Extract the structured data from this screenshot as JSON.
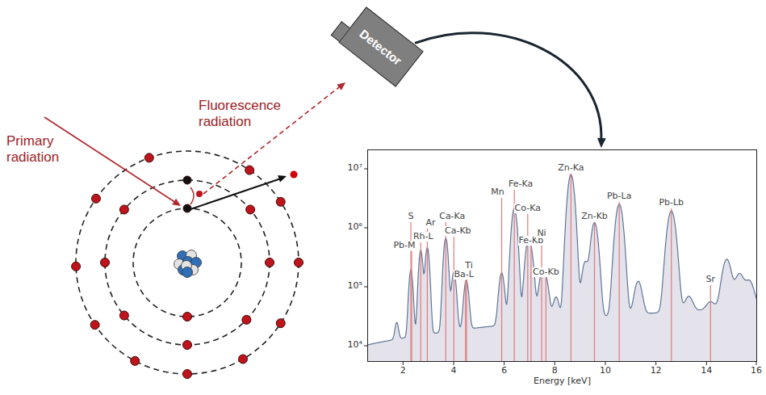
{
  "diagram": {
    "nodes": [
      {
        "text": [
          "Detector"
        ]
      },
      {
        "text": [
          "Energy [keV]"
        ]
      }
    ],
    "edges": [
      {
        "from": 0,
        "to": 1,
        "arrow": "to"
      }
    ],
    "labels": [
      "Primary radiation",
      "Fluorescence radiation",
      "S",
      "Pb-M",
      "Rh-L",
      "Ar",
      "Ca-Ka",
      "Ca-Kb",
      "Ti",
      "Ba-L",
      "Mn",
      "Fe-Ka",
      "Co-Ka",
      "Fe-Kb",
      "Ni",
      "Co-Kb",
      "Zn-Ka",
      "Zn-Kb",
      "Pb-La",
      "Pb-Lb",
      "Sr",
      "2",
      "4",
      "6",
      "8",
      "10",
      "12",
      "14",
      "16",
      "10⁴",
      "10⁵",
      "10⁶",
      "10⁷"
    ]
  }
}
